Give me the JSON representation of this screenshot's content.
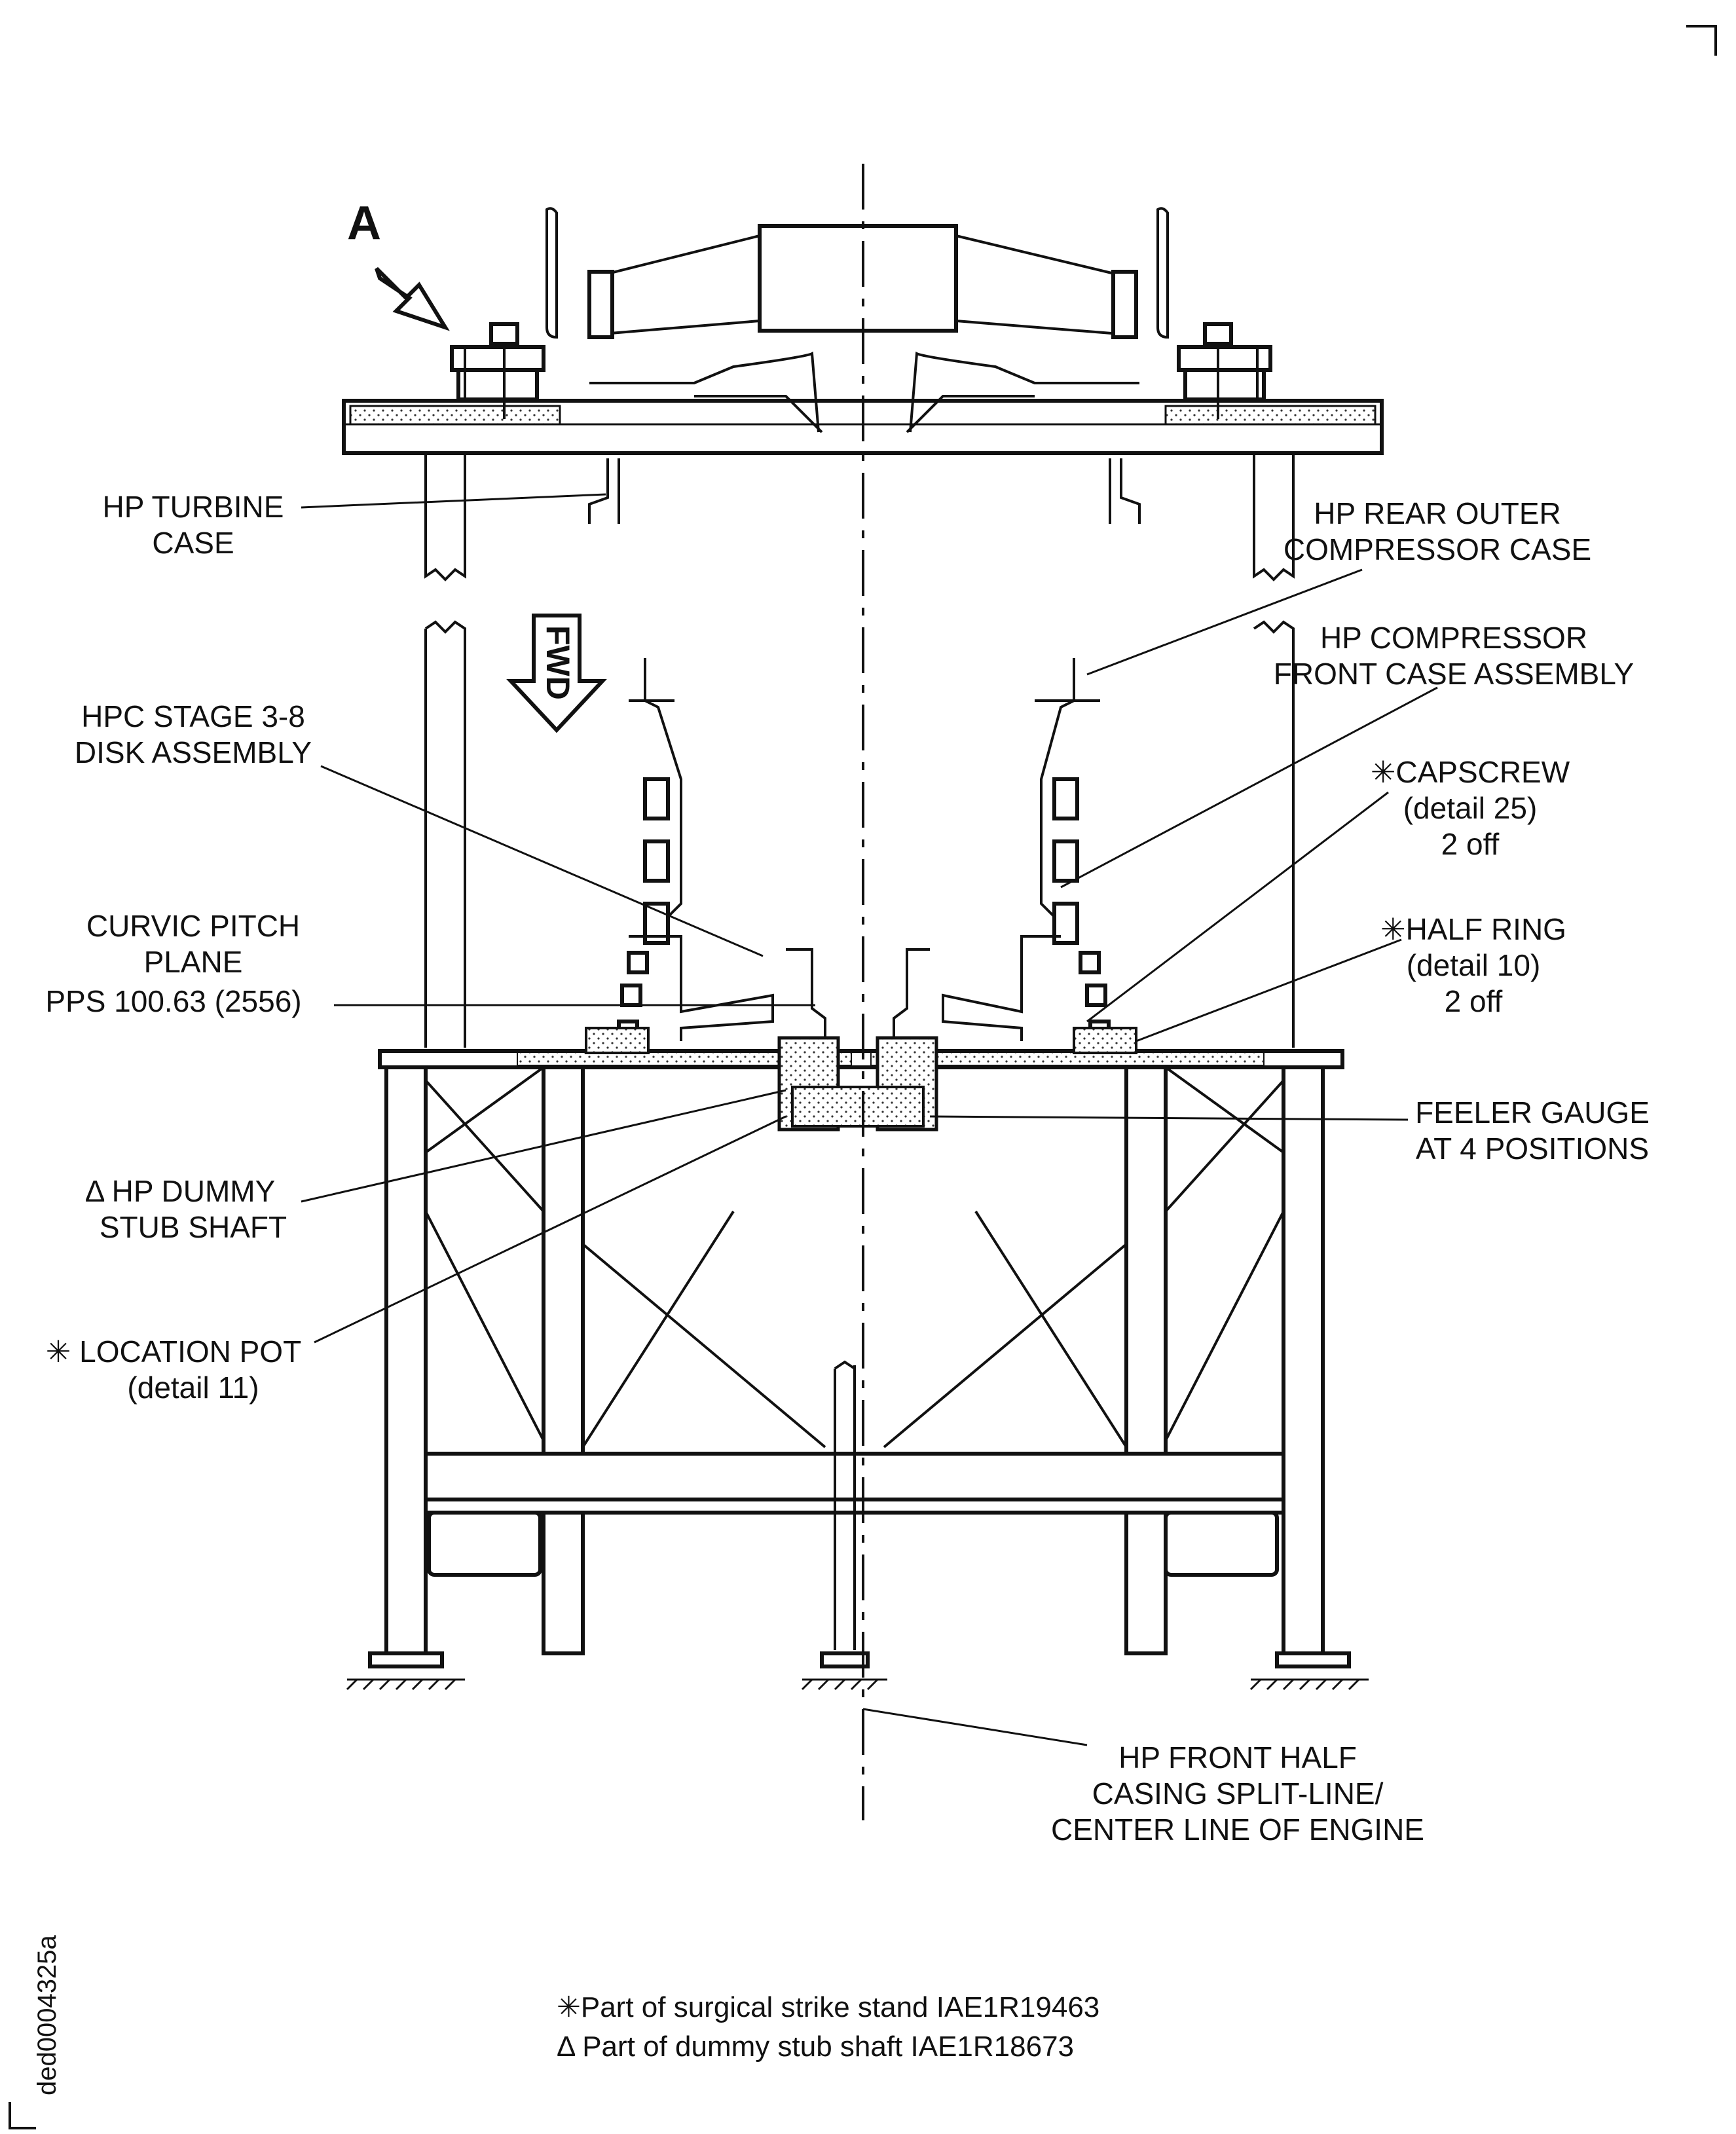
{
  "callout": {
    "view_letter": "A",
    "fwd_arrow_label": "FWD"
  },
  "labels": {
    "hp_turbine_case": [
      "HP TURBINE",
      "CASE"
    ],
    "hp_rear_outer_compressor_case": [
      "HP REAR OUTER",
      "COMPRESSOR CASE"
    ],
    "hp_compressor_front_case_assembly": [
      "HP COMPRESSOR",
      "FRONT CASE ASSEMBLY"
    ],
    "hpc_stage_disk_assembly": [
      "HPC STAGE 3-8",
      "DISK ASSEMBLY"
    ],
    "capscrew": [
      "✳CAPSCREW",
      "(detail 25)",
      "2 off"
    ],
    "curvic_pitch_plane": [
      "CURVIC PITCH",
      "PLANE",
      "PPS 100.63 (2556)"
    ],
    "half_ring": [
      "✳HALF RING",
      "(detail 10)",
      "2 off"
    ],
    "feeler_gauge": [
      "FEELER GAUGE",
      "AT 4 POSITIONS"
    ],
    "hp_dummy_stub_shaft": [
      "Δ HP DUMMY",
      "STUB SHAFT"
    ],
    "location_pot": [
      "✳ LOCATION POT",
      "(detail 11)"
    ],
    "hp_front_half_casing": [
      "HP FRONT HALF",
      "CASING SPLIT-LINE/",
      "CENTER LINE OF ENGINE"
    ]
  },
  "footnotes": [
    "✳Part of surgical strike stand IAE1R19463",
    "Δ Part of dummy stub shaft IAE1R18673"
  ],
  "figure_code": "ded0004325a"
}
